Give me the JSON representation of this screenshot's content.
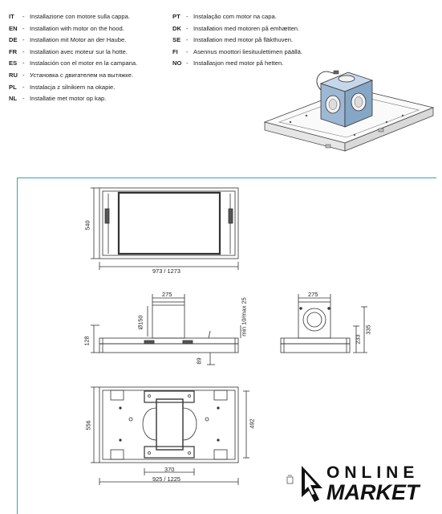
{
  "instructions_left": [
    {
      "code": "IT",
      "text": "Installazione con motore sulla cappa."
    },
    {
      "code": "EN",
      "text": "Installation with motor on the hood."
    },
    {
      "code": "DE",
      "text": "Installation mit Motor an der Haube."
    },
    {
      "code": "FR",
      "text": "Installation avec moteur sur la hotte."
    },
    {
      "code": "ES",
      "text": "Instalación con el motor en la campana."
    },
    {
      "code": "RU",
      "text": "Установка с двигателем на вытяжке."
    },
    {
      "code": "PL",
      "text": "Instalacja z silnikiem na okapie."
    },
    {
      "code": "NL",
      "text": "Installatie met motor op kap."
    }
  ],
  "instructions_right": [
    {
      "code": "PT",
      "text": "Instalação com motor na capa."
    },
    {
      "code": "DK",
      "text": "Installation med motoren på emhætten."
    },
    {
      "code": "SE",
      "text": "Installation med motor på fläkthuven."
    },
    {
      "code": "FI",
      "text": "Asennus moottori liesituulettimen päällä."
    },
    {
      "code": "NO",
      "text": "Installasjon med motor på hetten."
    }
  ],
  "separator": "-",
  "dimensions": {
    "top_view_height": "540",
    "top_view_width": "973 / 1273",
    "motor_width": "275",
    "duct_diameter": "Ø150",
    "front_height": "128",
    "adjust": "min 10/max 25",
    "base_height": "89",
    "side_motor_width": "275",
    "side_height_a": "233",
    "side_height_b": "335",
    "bottom_depth": "556",
    "bottom_inner": "492",
    "bottom_inner_width": "370",
    "bottom_width": "925 / 1225"
  },
  "logo": {
    "line1": "ONLINE",
    "line2": "MARKET"
  },
  "colors": {
    "frame": "#2aa6b9",
    "motor": "#9db8d4",
    "drawing": "#333333"
  }
}
